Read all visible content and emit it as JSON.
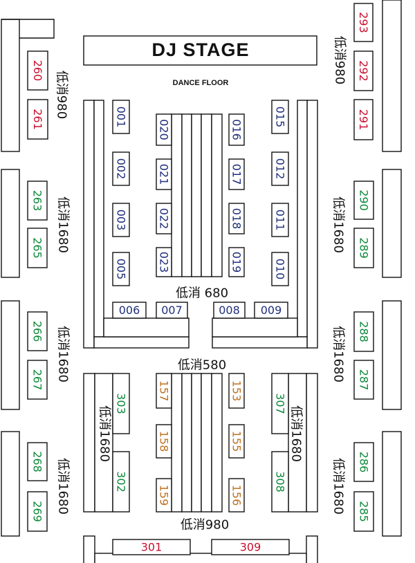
{
  "stage": {
    "title": "DJ STAGE",
    "subtitle": "DANCE FLOOR"
  },
  "colors": {
    "red": "#c8102e",
    "green": "#0e8a3a",
    "blue": "#1f2f7a",
    "orange": "#c0701f",
    "line": "#111111"
  },
  "tables": {
    "t293": "293",
    "t292": "292",
    "t291": "291",
    "t260": "260",
    "t261": "261",
    "t263": "263",
    "t265": "265",
    "t290": "290",
    "t289": "289",
    "t266": "266",
    "t267": "267",
    "t288": "288",
    "t287": "287",
    "t268": "268",
    "t269": "269",
    "t286": "286",
    "t285": "285",
    "t001": "001",
    "t002": "002",
    "t003": "003",
    "t005": "005",
    "t020": "020",
    "t021": "021",
    "t022": "022",
    "t023": "023",
    "t016": "016",
    "t017": "017",
    "t018": "018",
    "t019": "019",
    "t015": "015",
    "t012": "012",
    "t011": "011",
    "t010": "010",
    "t006": "006",
    "t007": "007",
    "t008": "008",
    "t009": "009",
    "t303": "303",
    "t302": "302",
    "t157": "157",
    "t158": "158",
    "t159": "159",
    "t153": "153",
    "t155": "155",
    "t156": "156",
    "t307": "307",
    "t308": "308",
    "t301": "301",
    "t309": "309"
  },
  "labels": {
    "min_980_tl": "低消980",
    "min_980_tr": "低消980",
    "min_1680_l1": "低消1680",
    "min_1680_l2": "低消1680",
    "min_1680_l3": "低消1680",
    "min_1680_r1": "低消1680",
    "min_1680_r2": "低消1680",
    "min_1680_r3": "低消1680",
    "min_1680_c1": "低消1680",
    "min_1680_c2": "低消1680",
    "min_680": "低消 680",
    "min_580": "低消580",
    "min_980_bottom": "低消980"
  }
}
